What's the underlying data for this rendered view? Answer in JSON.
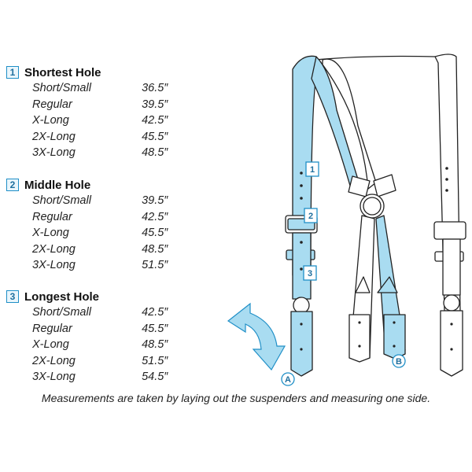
{
  "groups": [
    {
      "number": "1",
      "title": "Shortest Hole",
      "rows": [
        {
          "size": "Short/Small",
          "value": "36.5″"
        },
        {
          "size": "Regular",
          "value": "39.5″"
        },
        {
          "size": "X-Long",
          "value": "42.5″"
        },
        {
          "size": "2X-Long",
          "value": "45.5″"
        },
        {
          "size": "3X-Long",
          "value": "48.5″"
        }
      ]
    },
    {
      "number": "2",
      "title": "Middle Hole",
      "rows": [
        {
          "size": "Short/Small",
          "value": "39.5″"
        },
        {
          "size": "Regular",
          "value": "42.5″"
        },
        {
          "size": "X-Long",
          "value": "45.5″"
        },
        {
          "size": "2X-Long",
          "value": "48.5″"
        },
        {
          "size": "3X-Long",
          "value": "51.5″"
        }
      ]
    },
    {
      "number": "3",
      "title": "Longest Hole",
      "rows": [
        {
          "size": "Short/Small",
          "value": "42.5″"
        },
        {
          "size": "Regular",
          "value": "45.5″"
        },
        {
          "size": "X-Long",
          "value": "48.5″"
        },
        {
          "size": "2X-Long",
          "value": "51.5″"
        },
        {
          "size": "3X-Long",
          "value": "54.5″"
        }
      ]
    }
  ],
  "diagram": {
    "hole_labels": [
      "1",
      "2",
      "3"
    ],
    "point_labels": [
      "A",
      "B"
    ]
  },
  "caption": "Measurements are taken by laying out the suspenders and measuring one side.",
  "colors": {
    "strap_fill": "#a9dcf1",
    "accent": "#1f8fc7",
    "outline": "#222222"
  }
}
